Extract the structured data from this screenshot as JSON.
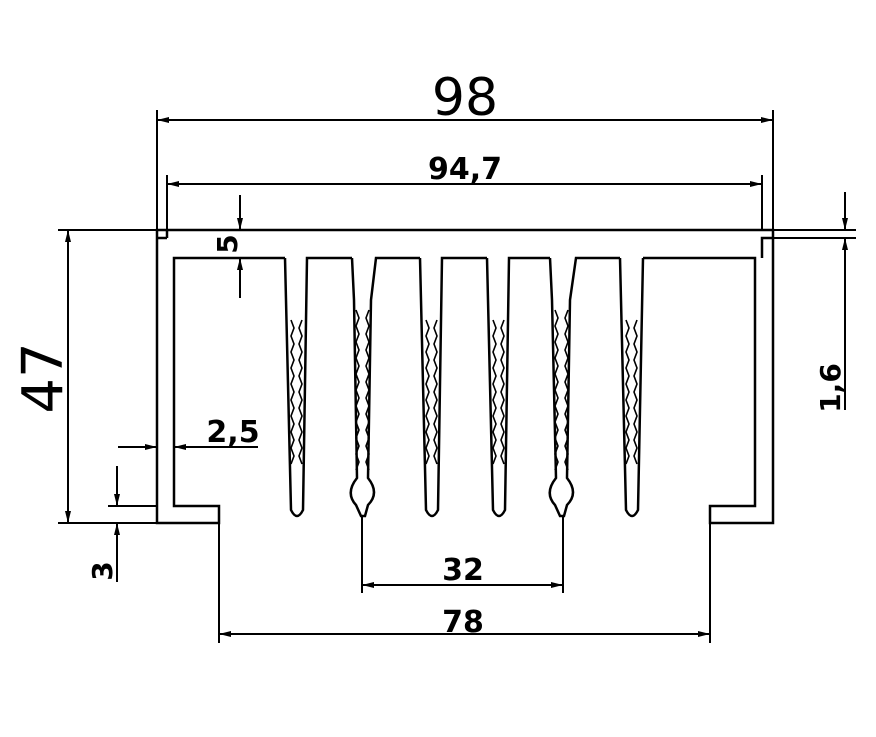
{
  "drawing": {
    "line_color": "#000000",
    "background": "#ffffff",
    "dimensions": {
      "overall_width": "98",
      "inner_width": "94,7",
      "height": "47",
      "top_thickness": "5",
      "side_thickness": "2,5",
      "foot_thickness": "3",
      "lip_thickness": "1,6",
      "slot_spacing": "32",
      "foot_span": "78"
    }
  }
}
